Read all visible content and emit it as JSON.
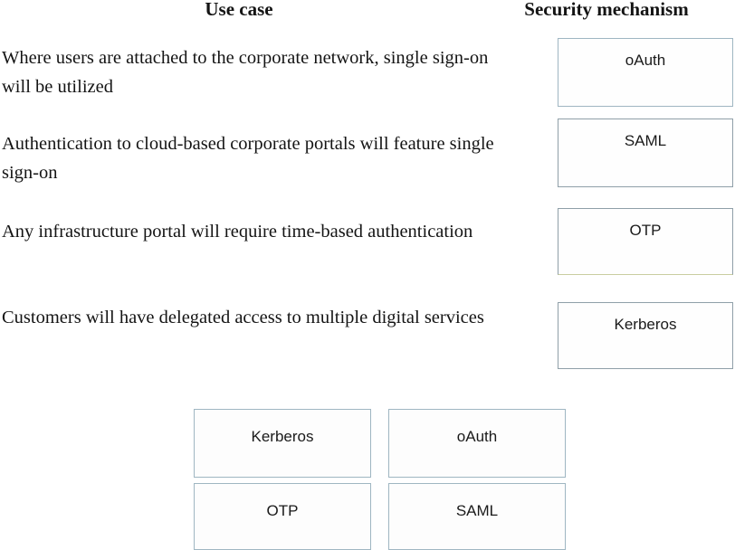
{
  "headers": {
    "use_case": "Use case",
    "security_mechanism": "Security mechanism"
  },
  "use_cases": [
    {
      "text": "Where users are attached to the corporate network, single sign-on will be utilized"
    },
    {
      "text": "Authentication to cloud-based corporate portals will feature single sign-on"
    },
    {
      "text": "Any infrastructure portal will require time-based authentication"
    },
    {
      "text": "Customers will have delegated access to multiple digital services"
    }
  ],
  "drop_targets": [
    {
      "label": "oAuth"
    },
    {
      "label": "SAML"
    },
    {
      "label": "OTP"
    },
    {
      "label": "Kerberos"
    }
  ],
  "answer_bank": [
    {
      "label": "Kerberos"
    },
    {
      "label": "oAuth"
    },
    {
      "label": "OTP"
    },
    {
      "label": "SAML"
    }
  ],
  "colors": {
    "box_border": "#9fb6c2",
    "box_border_gray": "#8f9fa8",
    "text": "#141414",
    "background": "#ffffff"
  }
}
